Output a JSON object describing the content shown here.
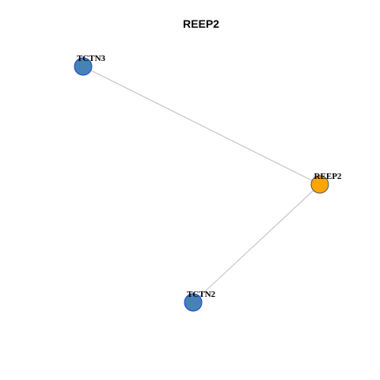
{
  "title": "REEP2",
  "colors": {
    "center_fill": "#ffa500",
    "center_stroke": "#555555",
    "neighbor_fill": "#4682b4",
    "neighbor_stroke": "#1f3fd0",
    "edge": "#b4b4b4"
  },
  "nodes": [
    {
      "id": "TCTN3",
      "label": "TCTN3",
      "role": "neighbor"
    },
    {
      "id": "REEP2",
      "label": "REEP2",
      "role": "center"
    },
    {
      "id": "TCTN2",
      "label": "TCTN2",
      "role": "neighbor"
    }
  ],
  "edges": [
    {
      "source": "REEP2",
      "target": "TCTN3"
    },
    {
      "source": "REEP2",
      "target": "TCTN2"
    }
  ]
}
